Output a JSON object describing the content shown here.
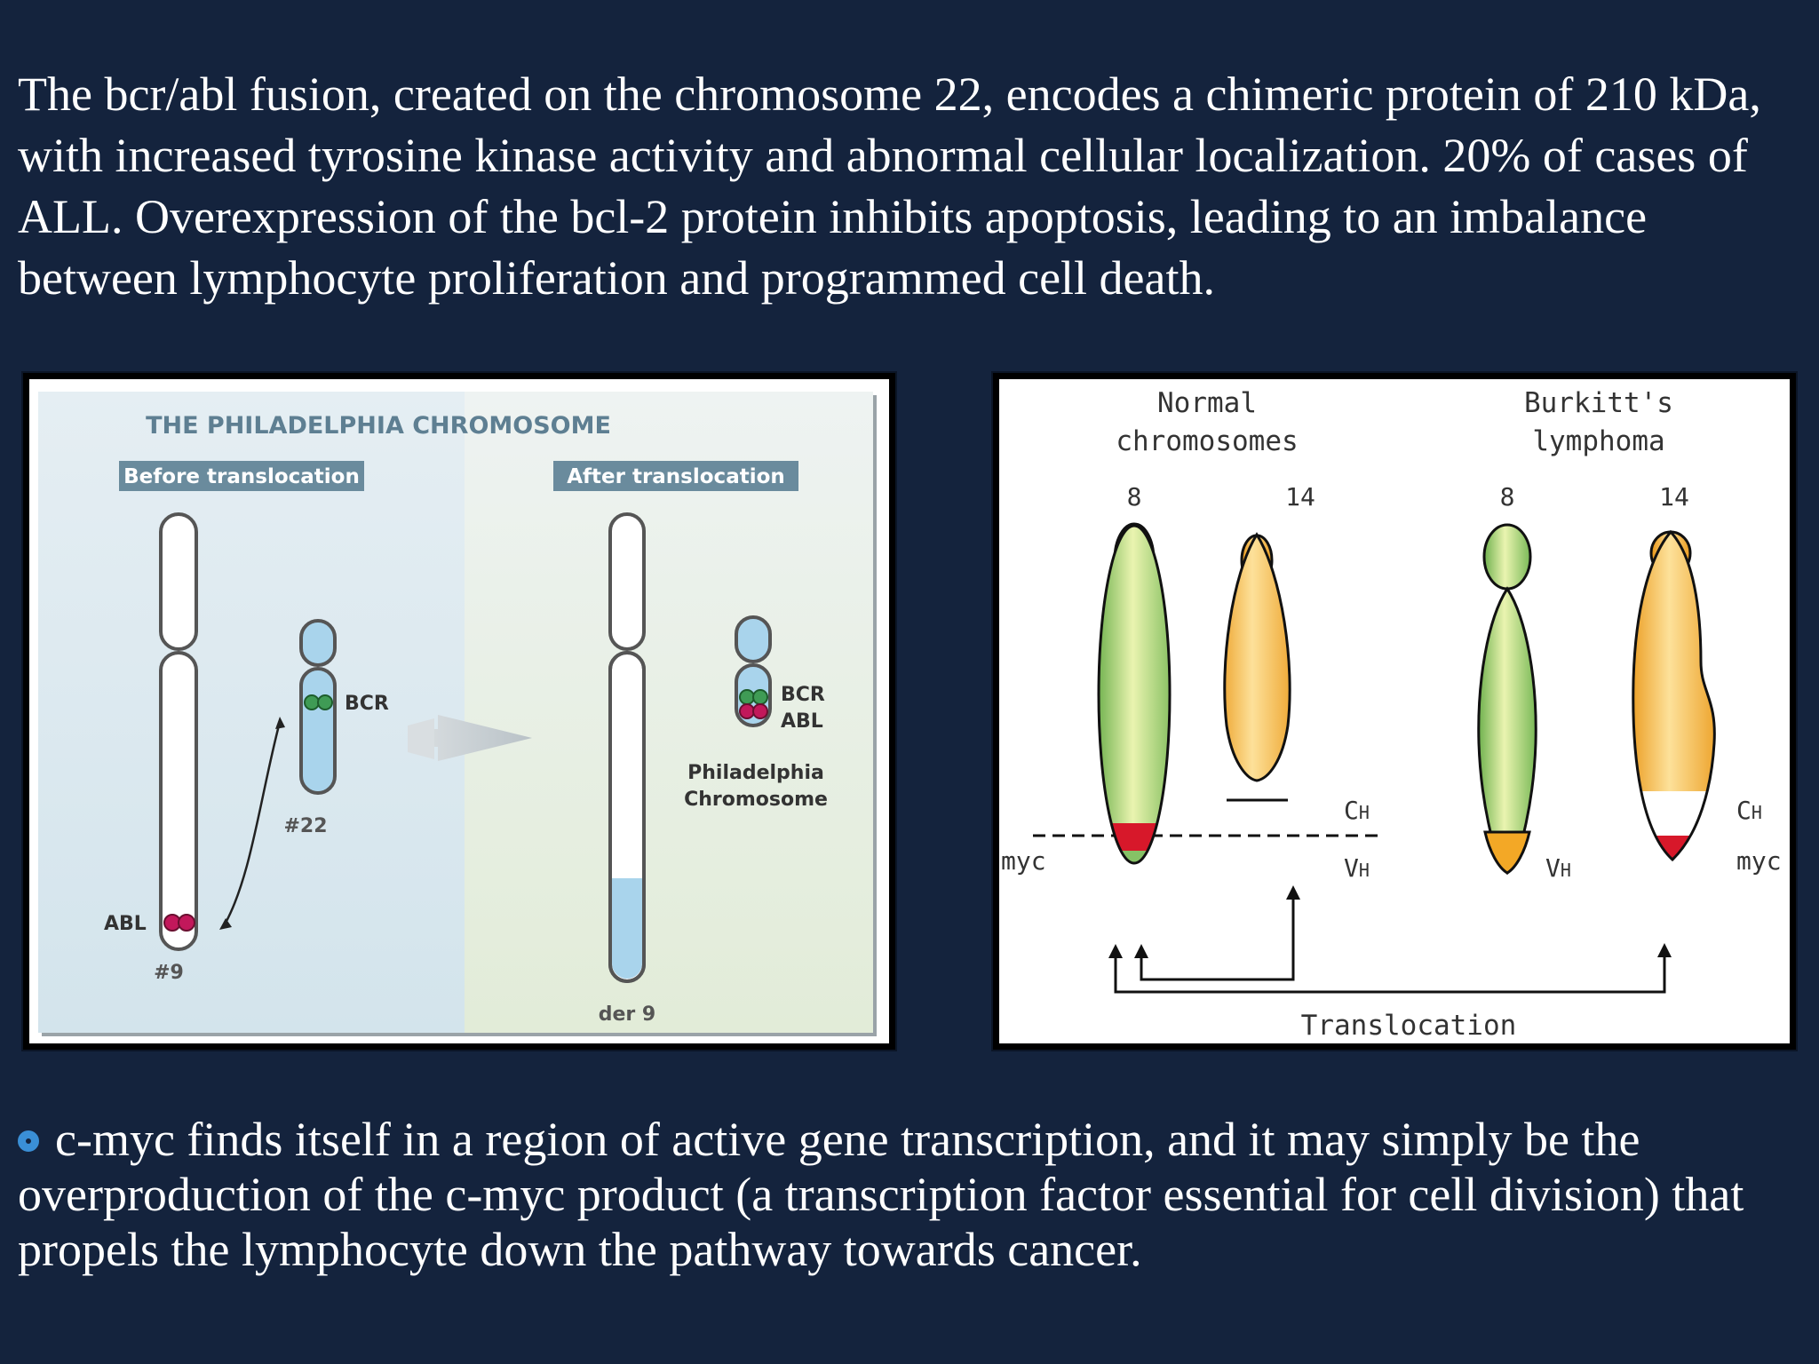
{
  "slide": {
    "top_text": "The bcr/abl fusion, created on the chromosome 22, encodes a chimeric protein of 210 kDa, with increased tyrosine kinase activity and abnormal cellular localization. 20% of cases of ALL. Overexpression of the bcl-2 protein inhibits apoptosis, leading to an imbalance between lymphocyte proliferation and programmed cell death.",
    "bottom_text": "c-myc finds itself in a region of active gene transcription, and it may simply be the overproduction of the c-myc product (a transcription factor essential for cell division) that propels the lymphocyte down the pathway towards cancer."
  },
  "philadelphia": {
    "title": "THE PHILADELPHIA CHROMOSOME",
    "before_label": "Before translocation",
    "after_label": "After translocation",
    "bcr": "BCR",
    "abl": "ABL",
    "chr22": "#22",
    "chr9": "#9",
    "ph_line1": "Philadelphia",
    "ph_line2": "Chromosome",
    "der9": "der 9",
    "colors": {
      "panel": "#d9e7ee",
      "header": "#5e8296",
      "chrom22": "#a9d4ec",
      "bcr_dot": "#3f9b55",
      "abl_dot": "#c2185b"
    }
  },
  "burkitt": {
    "normal_line1": "Normal",
    "normal_line2": "chromosomes",
    "burkitt_line1": "Burkitt's",
    "burkitt_line2": "lymphoma",
    "num8": "8",
    "num14": "14",
    "myc": "myc",
    "ch_c": "C",
    "ch_h": "H",
    "vh_v": "V",
    "vh_h": "H",
    "translocation": "Translocation",
    "colors": {
      "green": "#8cc56a",
      "orange": "#f3a826",
      "red": "#d7182a"
    }
  }
}
